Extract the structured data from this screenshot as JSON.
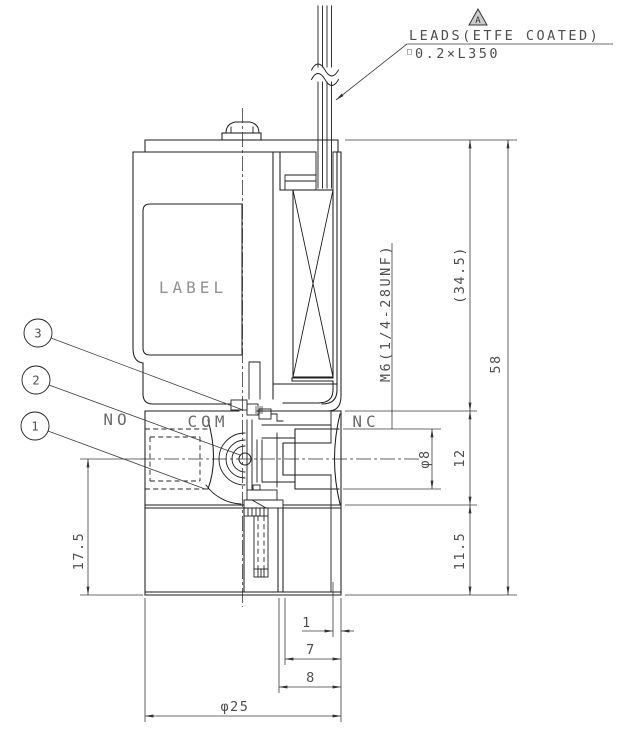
{
  "callout": {
    "revision_mark": "A",
    "leads_label": "LEADS(ETFE COATED)",
    "leads_spec_prefix": "□",
    "leads_spec": "0.2×L350"
  },
  "labels": {
    "product_label": "LABEL",
    "thread_spec": "M6(1/4-28UNF)"
  },
  "ports": {
    "left": "NO",
    "center": "COM",
    "right": "NC"
  },
  "balloons": {
    "item3": "3",
    "item2": "2",
    "item1": "1"
  },
  "dimensions": {
    "coil_height": "(34.5)",
    "overall_height": "58",
    "port_center_to_top": "12",
    "port_center_to_bottom": "11.5",
    "left_port_depth": "17.5",
    "port_diameter": "φ8",
    "body_diameter": "φ25",
    "edge_offset": "1",
    "hole_offset": "7",
    "boss_offset": "8"
  },
  "colors": {
    "line": "#1e1e1e",
    "dim_text": "#4e4e4e",
    "label_text": "#929292"
  }
}
